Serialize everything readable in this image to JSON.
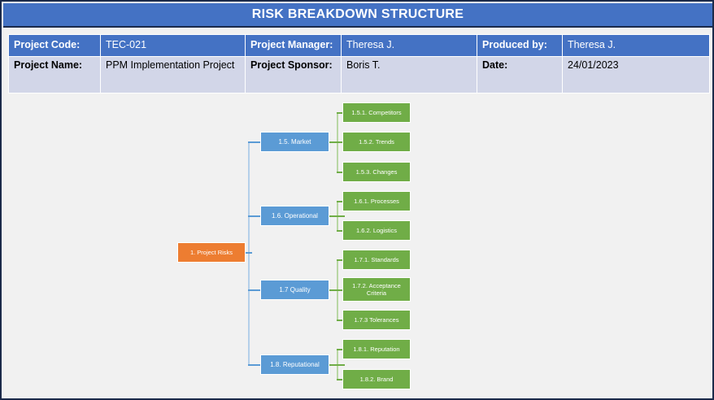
{
  "header": {
    "title": "RISK BREAKDOWN STRUCTURE",
    "accent_color": "#4472C4",
    "border_color": "#1B2A4A"
  },
  "info_table": {
    "row1": [
      {
        "label": "Project Code:",
        "value": "TEC-021"
      },
      {
        "label": "Project Manager:",
        "value": "Theresa J."
      },
      {
        "label": "Produced by:",
        "value": "Theresa J."
      }
    ],
    "row2": [
      {
        "label": "Project Name:",
        "value": "PPM Implementation Project"
      },
      {
        "label": "Project Sponsor:",
        "value": "Boris T."
      },
      {
        "label": "Date:",
        "value": "24/01/2023"
      }
    ]
  },
  "chart_data": {
    "type": "tree",
    "title": "Risk Breakdown Structure",
    "colors": {
      "root": "#ED7D31",
      "level1": "#5B9BD5",
      "level2": "#70AD47",
      "connector_blue": "#5B9BD5",
      "connector_green": "#70AD47",
      "background": "#F1F1F1"
    },
    "root": {
      "id": "1",
      "label": "1. Project Risks"
    },
    "branches": [
      {
        "id": "1.5",
        "label": "1.5. Market",
        "children": [
          {
            "id": "1.5.1",
            "label": "1.5.1. Competitors"
          },
          {
            "id": "1.5.2",
            "label": "1.5.2. Trends"
          },
          {
            "id": "1.5.3",
            "label": "1.5.3. Changes"
          }
        ]
      },
      {
        "id": "1.6",
        "label": "1.6.  Operational",
        "children": [
          {
            "id": "1.6.1",
            "label": "1.6.1. Processes"
          },
          {
            "id": "1.6.2",
            "label": "1.6.2. Logistics"
          }
        ]
      },
      {
        "id": "1.7",
        "label": "1.7 Quality",
        "children": [
          {
            "id": "1.7.1",
            "label": "1.7.1. Standards"
          },
          {
            "id": "1.7.2",
            "label": "1.7.2. Acceptance Criteria"
          },
          {
            "id": "1.7.3",
            "label": "1.7.3 Tolerances"
          }
        ]
      },
      {
        "id": "1.8",
        "label": "1.8. Reputational",
        "children": [
          {
            "id": "1.8.1",
            "label": "1.8.1. Reputation"
          },
          {
            "id": "1.8.2",
            "label": "1.8.2. Brand"
          }
        ]
      }
    ]
  }
}
